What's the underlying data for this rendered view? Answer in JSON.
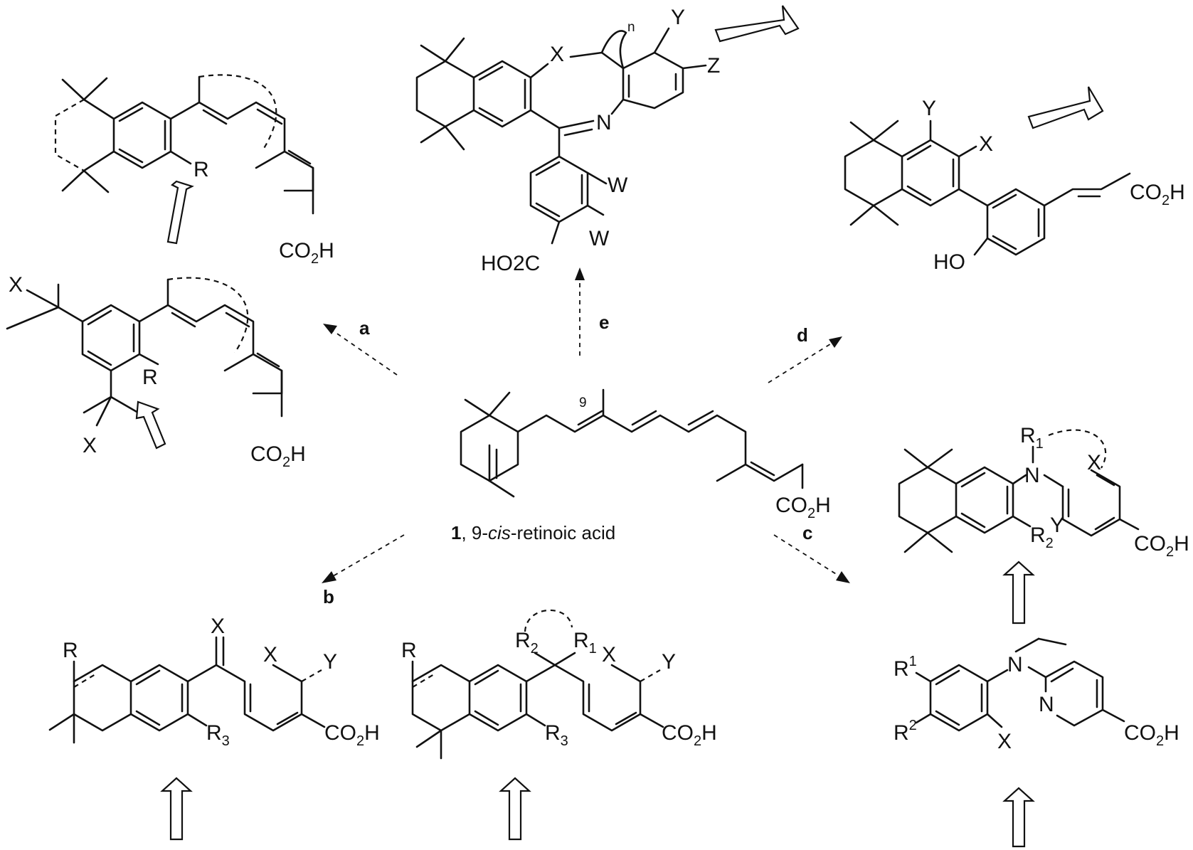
{
  "routes": [
    "a",
    "b",
    "c",
    "d",
    "e"
  ],
  "center": {
    "compound_number": "1",
    "name_pre": ", 9-",
    "name_italic": "cis",
    "name_post": "-retinoic acid",
    "locant": "9"
  },
  "atoms": {
    "X": "X",
    "Y": "Y",
    "Z": "Z",
    "W": "W",
    "R": "R",
    "N": "N",
    "n": "n",
    "CO2H": "CO2H",
    "HO2C": "HO2C",
    "HO": "HO",
    "R1": "R1",
    "R2": "R2",
    "R3": "R3",
    "R1sup": "R1",
    "R2sup": "R2"
  }
}
